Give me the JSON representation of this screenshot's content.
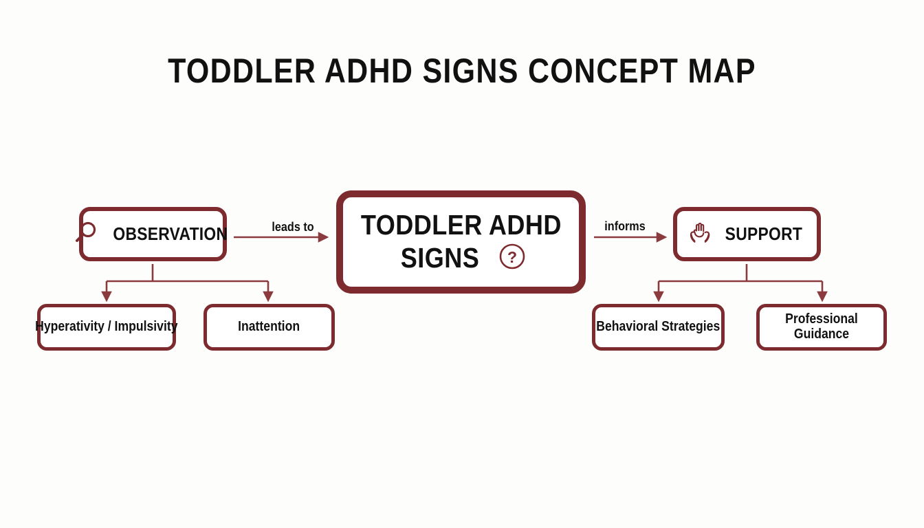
{
  "title": "TODDLER ADHD SIGNS CONCEPT MAP",
  "colors": {
    "node_border": "#7d2b2f",
    "connector": "#8b3a3d",
    "text": "#111111",
    "background": "#fdfdfc"
  },
  "nodes": {
    "center": {
      "line1": "TODDLER ADHD",
      "line2": "SIGNS",
      "icon": "question-circle-icon"
    },
    "observation": {
      "label": "OBSERVATION",
      "icon": "magnifying-glass-icon"
    },
    "support": {
      "label": "SUPPORT",
      "icon": "helping-hands-icon"
    },
    "leaves": [
      {
        "id": "hyperactivity",
        "label": "Hyperativity / Impulsivity"
      },
      {
        "id": "inattention",
        "label": "Inattention"
      },
      {
        "id": "behavioral",
        "label": "Behavioral Strategies"
      },
      {
        "id": "professional",
        "label": "Professional Guidance"
      }
    ]
  },
  "edges": [
    {
      "id": "leads-to",
      "label": "leads to",
      "from": "observation",
      "to": "center"
    },
    {
      "id": "informs",
      "label": "informs",
      "from": "center",
      "to": "support"
    }
  ]
}
